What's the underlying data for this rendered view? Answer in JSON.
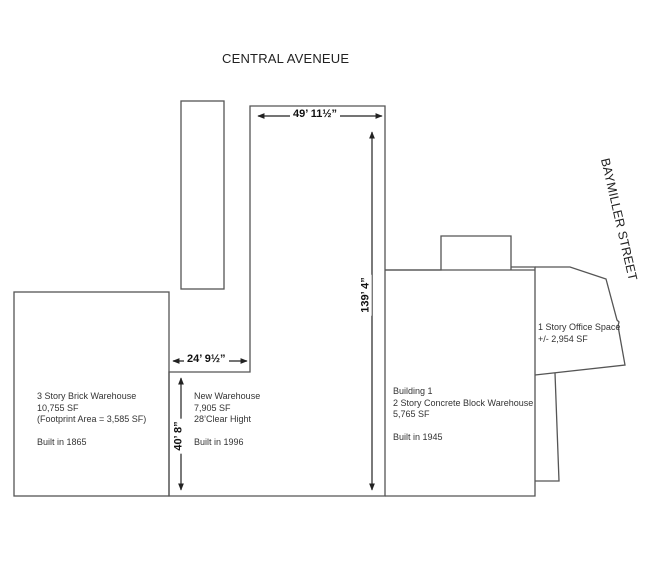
{
  "streets": {
    "north": "CENTRAL AVENEUE",
    "east": "BAYMILLER STREET"
  },
  "dimensions": {
    "top_width": "49’ 11½”",
    "lower_width": "24’ 9½”",
    "depth_long": "139’ 4”",
    "depth_short": "40’ 8”"
  },
  "buildings": {
    "brick_warehouse": {
      "name": "3 Story Brick Warehouse",
      "area": "10,755 SF",
      "footprint": "(Footprint Area = 3,585 SF)",
      "built": "Built in 1865"
    },
    "new_warehouse": {
      "name": "New Warehouse",
      "area": "7,905 SF",
      "clear_height": "28’Clear Hight",
      "built": "Built in 1996"
    },
    "building_1": {
      "name": "Building 1",
      "type": "2 Story Concrete Block Warehouse",
      "area": "5,765 SF",
      "built": "Built in 1945"
    },
    "office": {
      "name": "1 Story Office Space",
      "area": "+/- 2,954 SF"
    }
  },
  "colors": {
    "line": "#555555",
    "dim_line": "#222222",
    "text": "#333333"
  }
}
